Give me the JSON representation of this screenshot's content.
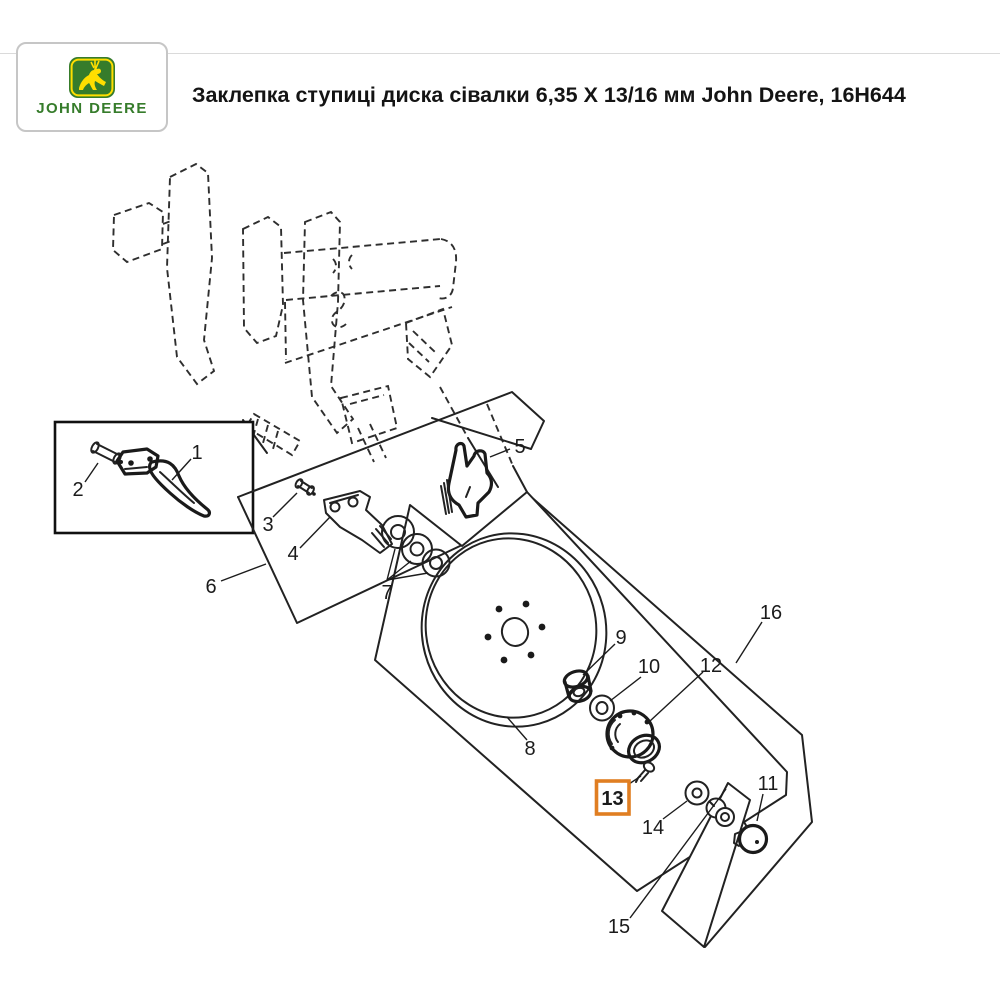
{
  "header": {
    "brand": "JOHN DEERE",
    "title": "Заклепка ступиці диска сівалки 6,35 X 13/16 мм John Deere, 16H644"
  },
  "colors": {
    "brand_green": "#367C2B",
    "brand_yellow": "#FFDE00",
    "line": "#222222"
  },
  "diagram": {
    "highlight_color": "#E07E22",
    "highlighted_callout": "13",
    "callouts": [
      {
        "label": "1"
      },
      {
        "label": "2"
      },
      {
        "label": "3"
      },
      {
        "label": "4"
      },
      {
        "label": "5"
      },
      {
        "label": "6"
      },
      {
        "label": "7"
      },
      {
        "label": "8"
      },
      {
        "label": "9"
      },
      {
        "label": "10"
      },
      {
        "label": "11"
      },
      {
        "label": "12"
      },
      {
        "label": "13"
      },
      {
        "label": "14"
      },
      {
        "label": "15"
      },
      {
        "label": "16"
      }
    ]
  }
}
